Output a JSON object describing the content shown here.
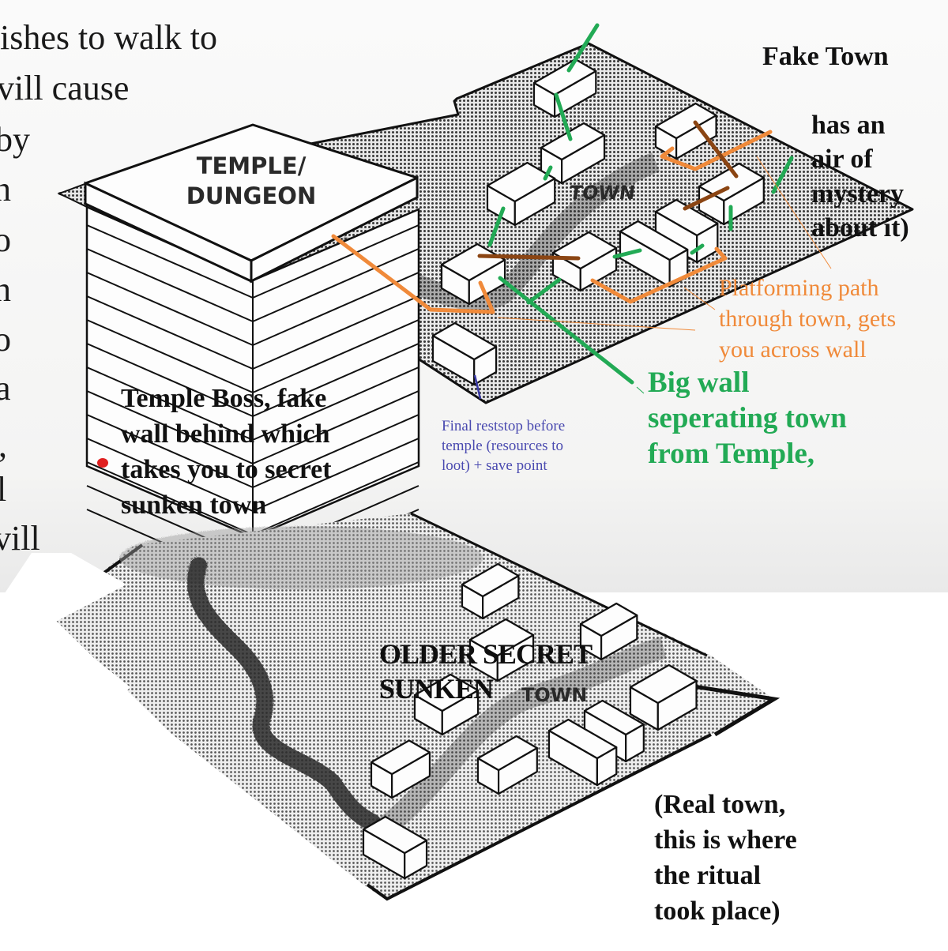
{
  "background_book_text": [
    "ishes to walk to",
    "vill cause",
    "by",
    "n",
    "o",
    "n",
    "o",
    "a",
    ",",
    "l",
    "vill"
  ],
  "map_labels": {
    "temple_line1": "TEMPLE/",
    "temple_line2": "DUNGEON",
    "town_upper": "TOWN",
    "town_lower": "TOWN"
  },
  "annotations": {
    "fake_town": {
      "line1": "Fake Town",
      "rest": "has an\nair of\nmystery\nabout it)",
      "color": "#111111"
    },
    "platforming_path": {
      "text": "Platforming path\nthrough town, gets\nyou across wall",
      "color": "#f08a3a"
    },
    "big_wall": {
      "text": "Big wall\nseperating town\nfrom Temple,",
      "color": "#22aa55"
    },
    "final_reststop": {
      "text": "Final reststop before\ntemple (resources to\nloot) + save point",
      "color": "#4a4ab0"
    },
    "temple_boss": {
      "text": "Temple Boss, fake\nwall behind which\ntakes you to secret\nsunken town",
      "color": "#111111",
      "marker_color": "#e02020"
    },
    "older_secret_town": {
      "text": "OLDER SECRET\nSUNKEN",
      "color": "#0f0f0f"
    },
    "real_town": {
      "text": "(Real town,\nthis is where\nthe ritual\ntook place)",
      "color": "#111111"
    }
  },
  "colors": {
    "wall_green": "#22aa55",
    "path_orange": "#f08a3a",
    "crossing_brown": "#8b4513",
    "reststop_blue": "#3a3aa8",
    "outline": "#111111",
    "marker_red": "#e02020"
  }
}
